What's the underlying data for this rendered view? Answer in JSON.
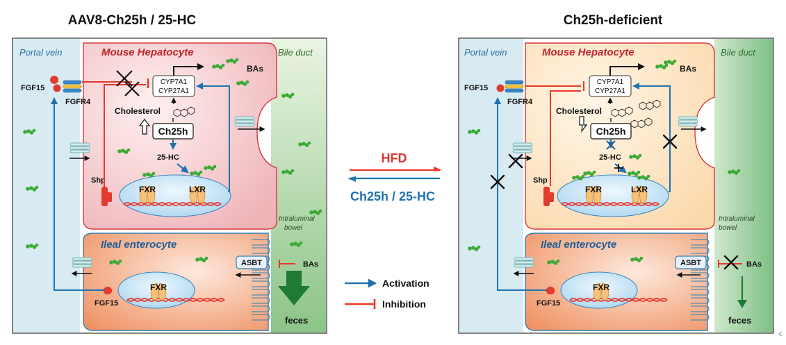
{
  "panels": {
    "left_title": "AAV8-Ch25h / 25-HC",
    "right_title": "Ch25h-deficient"
  },
  "labels": {
    "portal_vein": "Portal vein",
    "hepatocyte": "Mouse Hepatocyte",
    "bile_duct": "Bile duct",
    "ileal_enterocyte": "Ileal enterocyte",
    "intraluminal": "Intraluminal",
    "bowel": "bowel",
    "fgf15": "FGF15",
    "fgfr4": "FGFR4",
    "cyp7a1": "CYP7A1",
    "cyp27a1": "CYP27A1",
    "bas": "BAs",
    "cholesterol": "Cholesterol",
    "ch25h": "Ch25h",
    "hc25": "25-HC",
    "fxr": "FXR",
    "lxr": "LXR",
    "shp": "Shp",
    "asbt": "ASBT",
    "feces": "feces"
  },
  "middle": {
    "hfd": "HFD",
    "ch25h_25hc": "Ch25h / 25-HC"
  },
  "legend": {
    "activation": "Activation",
    "inhibition": "Inhibition"
  },
  "colors": {
    "activation": "#1f73b0",
    "inhibition": "#e8392b",
    "portal_vein_bg": "#d8eaf2",
    "bile_duct_bg": "#cfe6c8",
    "hepatocyte_left": "#f4c8cb",
    "hepatocyte_right": "#fde2bf",
    "enterocyte": "#f3a27a",
    "hepatocyte_border": "#d8363c",
    "enterocyte_border": "#2f7fb5",
    "bile_acid_green": "#3aaa35"
  }
}
